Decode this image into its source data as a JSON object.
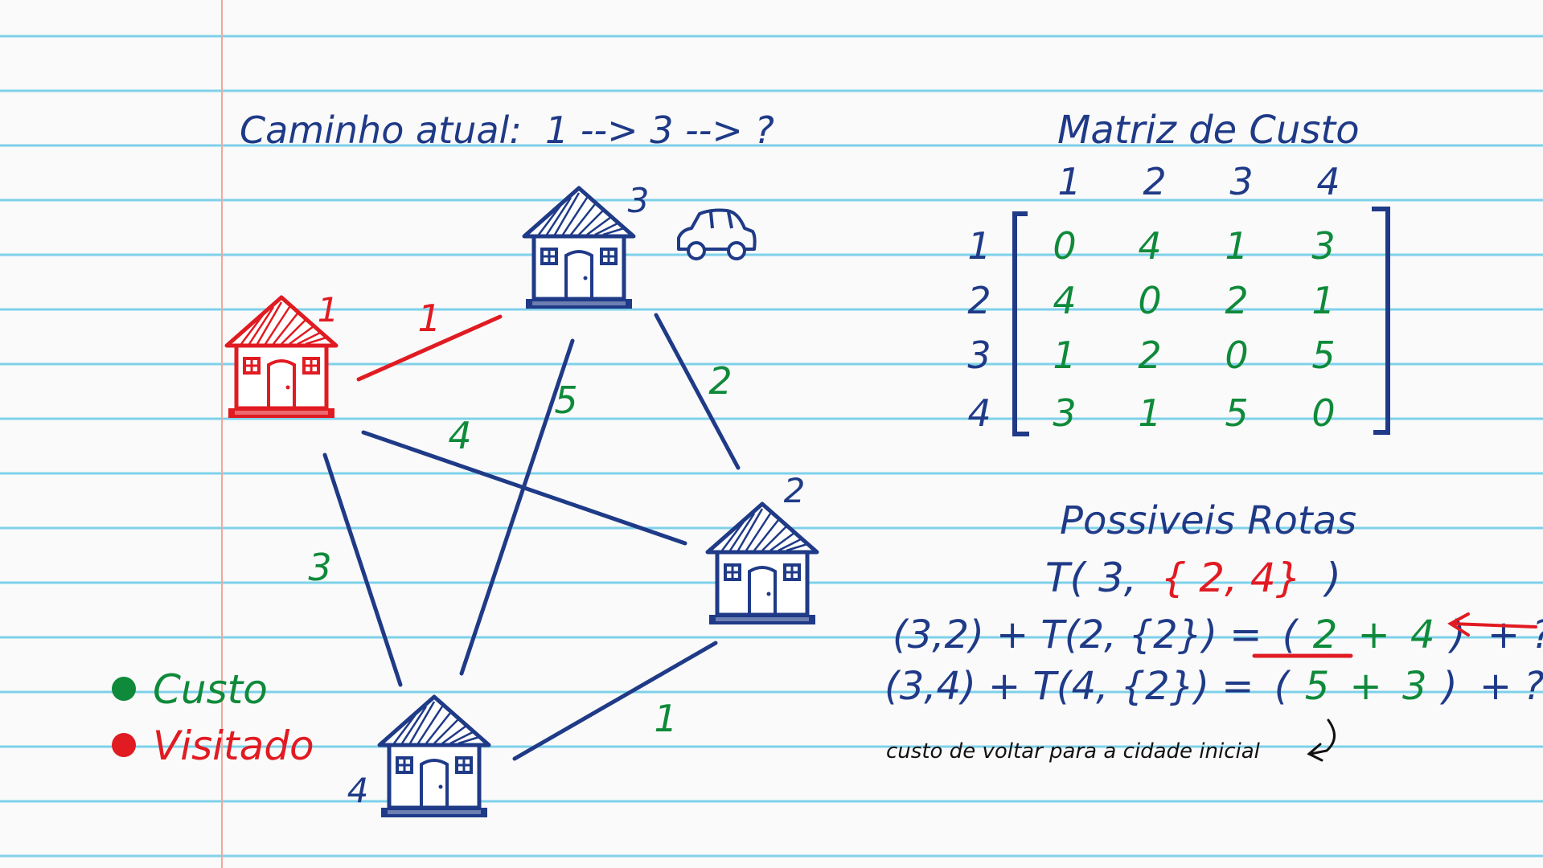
{
  "colors": {
    "paper": "#fafafa",
    "line": "#7fd1ea",
    "margin": "#f5a59a",
    "ink": "#1f3a87",
    "green": "#0f8a3a",
    "red": "#e11b22"
  },
  "header": {
    "label": "Caminho atual:",
    "path": "1 --> 3 --> ?"
  },
  "graph": {
    "nodes": [
      {
        "id": "1",
        "label": "1",
        "visited": true
      },
      {
        "id": "2",
        "label": "2",
        "visited": false
      },
      {
        "id": "3",
        "label": "3",
        "visited": false
      },
      {
        "id": "4",
        "label": "4",
        "visited": false
      }
    ],
    "edges": [
      {
        "from": "1",
        "to": "3",
        "cost": "1",
        "current": true
      },
      {
        "from": "1",
        "to": "2",
        "cost": "4",
        "current": false
      },
      {
        "from": "1",
        "to": "4",
        "cost": "3",
        "current": false
      },
      {
        "from": "3",
        "to": "2",
        "cost": "2",
        "current": false
      },
      {
        "from": "3",
        "to": "4",
        "cost": "5",
        "current": false
      },
      {
        "from": "2",
        "to": "4",
        "cost": "1",
        "current": false
      }
    ],
    "car_icon": "car-icon"
  },
  "legend": {
    "cost": "Custo",
    "visited": "Visitado"
  },
  "matrix": {
    "title": "Matriz de Custo",
    "col_headers": [
      "1",
      "2",
      "3",
      "4"
    ],
    "row_headers": [
      "1",
      "2",
      "3",
      "4"
    ],
    "rows": [
      [
        "0",
        "4",
        "1",
        "3"
      ],
      [
        "4",
        "0",
        "2",
        "1"
      ],
      [
        "1",
        "2",
        "0",
        "5"
      ],
      [
        "3",
        "1",
        "5",
        "0"
      ]
    ]
  },
  "routes": {
    "title": "Possiveis Rotas",
    "call_prefix": "T( 3,",
    "call_set": "{ 2, 4}",
    "call_suffix": ")",
    "row1_left": "(3,2) + T(2, {2}) =",
    "row1_open": "(",
    "row1_a": "2",
    "row1_plus": "+",
    "row1_b": "4",
    "row1_close": ")",
    "row1_tail": "+ ?",
    "row2_left": "(3,4) + T(4, {2}) =",
    "row2_open": "(",
    "row2_a": "5",
    "row2_plus": "+",
    "row2_b": "3",
    "row2_close": ")",
    "row2_tail": "+ ?",
    "note": "custo de voltar para a cidade inicial"
  }
}
